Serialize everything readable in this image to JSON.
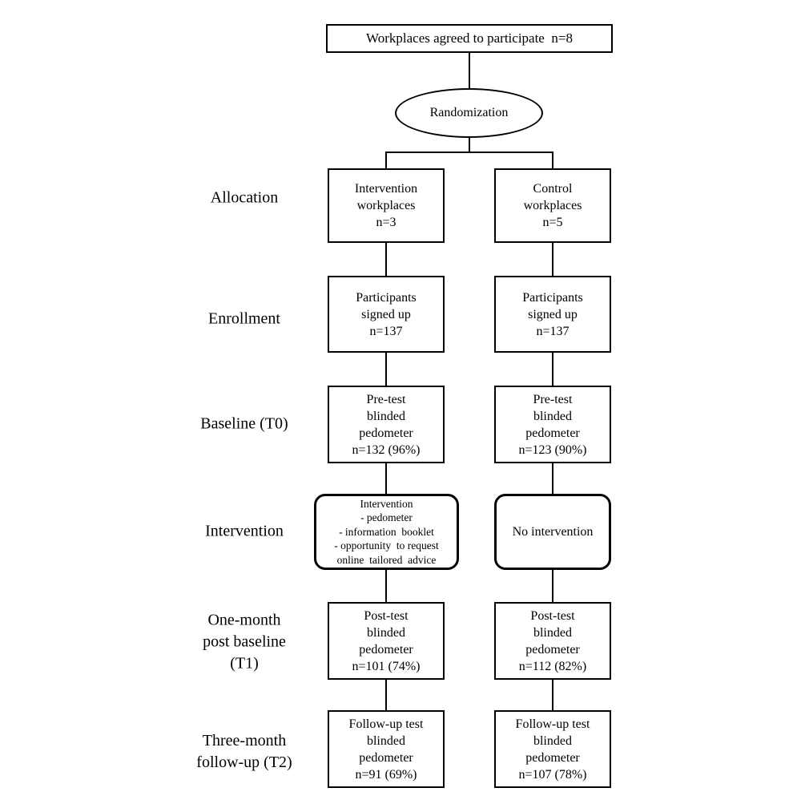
{
  "colors": {
    "background": "#ffffff",
    "line": "#000000",
    "text": "#000000"
  },
  "top_box": {
    "text": "Workplaces agreed to participate  n=8"
  },
  "randomization": {
    "text": "Randomization"
  },
  "stage_labels": [
    "Allocation",
    "Enrollment",
    "Baseline (T0)",
    "Intervention",
    "One-month\npost baseline\n(T1)",
    "Three-month\nfollow-up (T2)"
  ],
  "columns": {
    "left": [
      "Intervention\nworkplaces\nn=3",
      "Participants\nsigned up\nn=137",
      "Pre-test\nblinded\npedometer\nn=132 (96%)",
      "Intervention\n- pedometer\n- information  booklet\n- opportunity  to request\nonline  tailored  advice",
      "Post-test\nblinded\npedometer\nn=101 (74%)",
      "Follow-up test\nblinded\npedometer\nn=91 (69%)"
    ],
    "right": [
      "Control\nworkplaces\nn=5",
      "Participants\nsigned up\nn=137",
      "Pre-test\nblinded\npedometer\nn=123 (90%)",
      "No intervention",
      "Post-test\nblinded\npedometer\nn=112 (82%)",
      "Follow-up test\nblinded\npedometer\nn=107 (78%)"
    ]
  }
}
